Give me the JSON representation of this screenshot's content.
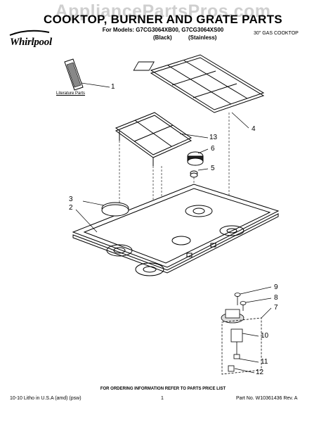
{
  "header": {
    "watermark": "AppliancePartsPros.com",
    "title": "COOKTOP, BURNER AND GRATE PARTS",
    "models": "For Models: G7CG3064XB00, G7CG3064XS00",
    "variant_black": "(Black)",
    "variant_stainless": "(Stainless)",
    "product_type": "30\" GAS COOKTOP",
    "brand": "Whirlpool"
  },
  "diagram": {
    "literature_label": "Literature Parts",
    "callouts": [
      "1",
      "2",
      "3",
      "4",
      "5",
      "6",
      "7",
      "8",
      "9",
      "10",
      "11",
      "12",
      "13"
    ]
  },
  "footer": {
    "ordering": "FOR ORDERING INFORMATION REFER TO PARTS PRICE LIST",
    "print_info": "10-10 Litho in U.S.A (amd) (psw)",
    "page": "1",
    "part_no": "Part No. W10361436 Rev. A"
  }
}
